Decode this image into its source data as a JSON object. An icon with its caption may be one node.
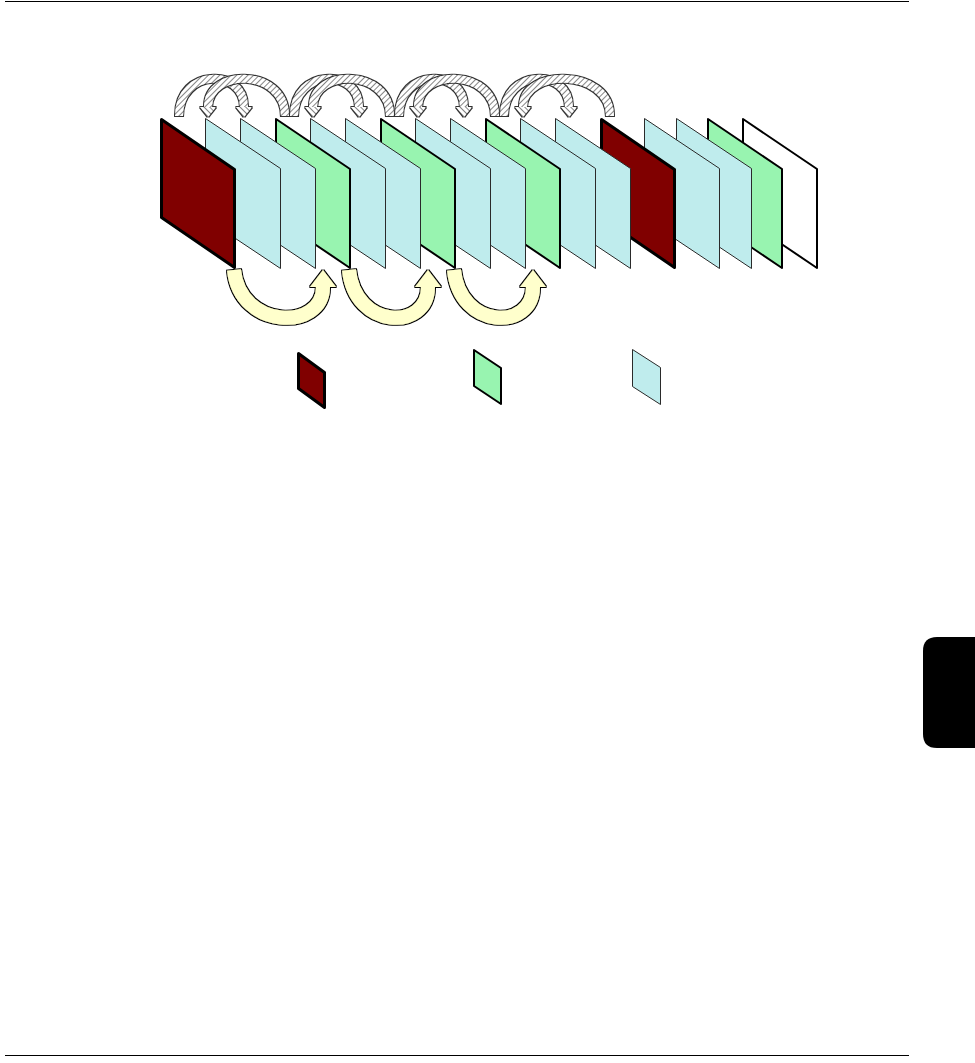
{
  "diagram": {
    "nodes": [
      {
        "text": [],
        "shape": "parallelogram"
      },
      {
        "text": [],
        "shape": "parallelogram"
      },
      {
        "text": [],
        "shape": "parallelogram"
      },
      {
        "text": [],
        "shape": "parallelogram"
      },
      {
        "text": [],
        "shape": "parallelogram"
      },
      {
        "text": [],
        "shape": "parallelogram"
      },
      {
        "text": [],
        "shape": "parallelogram"
      },
      {
        "text": [],
        "shape": "parallelogram"
      },
      {
        "text": [],
        "shape": "parallelogram"
      },
      {
        "text": [],
        "shape": "parallelogram"
      },
      {
        "text": [],
        "shape": "parallelogram"
      },
      {
        "text": [],
        "shape": "parallelogram"
      },
      {
        "text": [],
        "shape": "parallelogram"
      },
      {
        "text": [],
        "shape": "parallelogram"
      },
      {
        "text": [],
        "shape": "parallelogram"
      },
      {
        "text": [],
        "shape": "parallelogram"
      },
      {
        "text": [],
        "shape": "parallelogram"
      },
      {
        "text": [],
        "shape": "parallelogram"
      },
      {
        "text": [],
        "shape": "parallelogram"
      },
      {
        "text": [],
        "shape": "parallelogram"
      },
      {
        "text": [],
        "shape": "tab"
      }
    ],
    "edges": [
      {
        "from": 0,
        "to": 2,
        "arrow": "to",
        "style": "thick"
      },
      {
        "from": 3,
        "to": 1,
        "arrow": "to",
        "style": "thick"
      },
      {
        "from": 3,
        "to": 5,
        "arrow": "to",
        "style": "thick"
      },
      {
        "from": 6,
        "to": 4,
        "arrow": "to",
        "style": "thick"
      },
      {
        "from": 6,
        "to": 8,
        "arrow": "to",
        "style": "thick"
      },
      {
        "from": 9,
        "to": 7,
        "arrow": "to",
        "style": "thick"
      },
      {
        "from": 9,
        "to": 11,
        "arrow": "to",
        "style": "thick"
      },
      {
        "from": 12,
        "to": 10,
        "arrow": "to",
        "style": "thick"
      },
      {
        "from": 0,
        "to": 3,
        "arrow": "to",
        "color": "#ffffcc"
      },
      {
        "from": 3,
        "to": 6,
        "arrow": "to",
        "color": "#ffffcc"
      },
      {
        "from": 6,
        "to": 9,
        "arrow": "to",
        "color": "#ffffcc"
      }
    ]
  }
}
